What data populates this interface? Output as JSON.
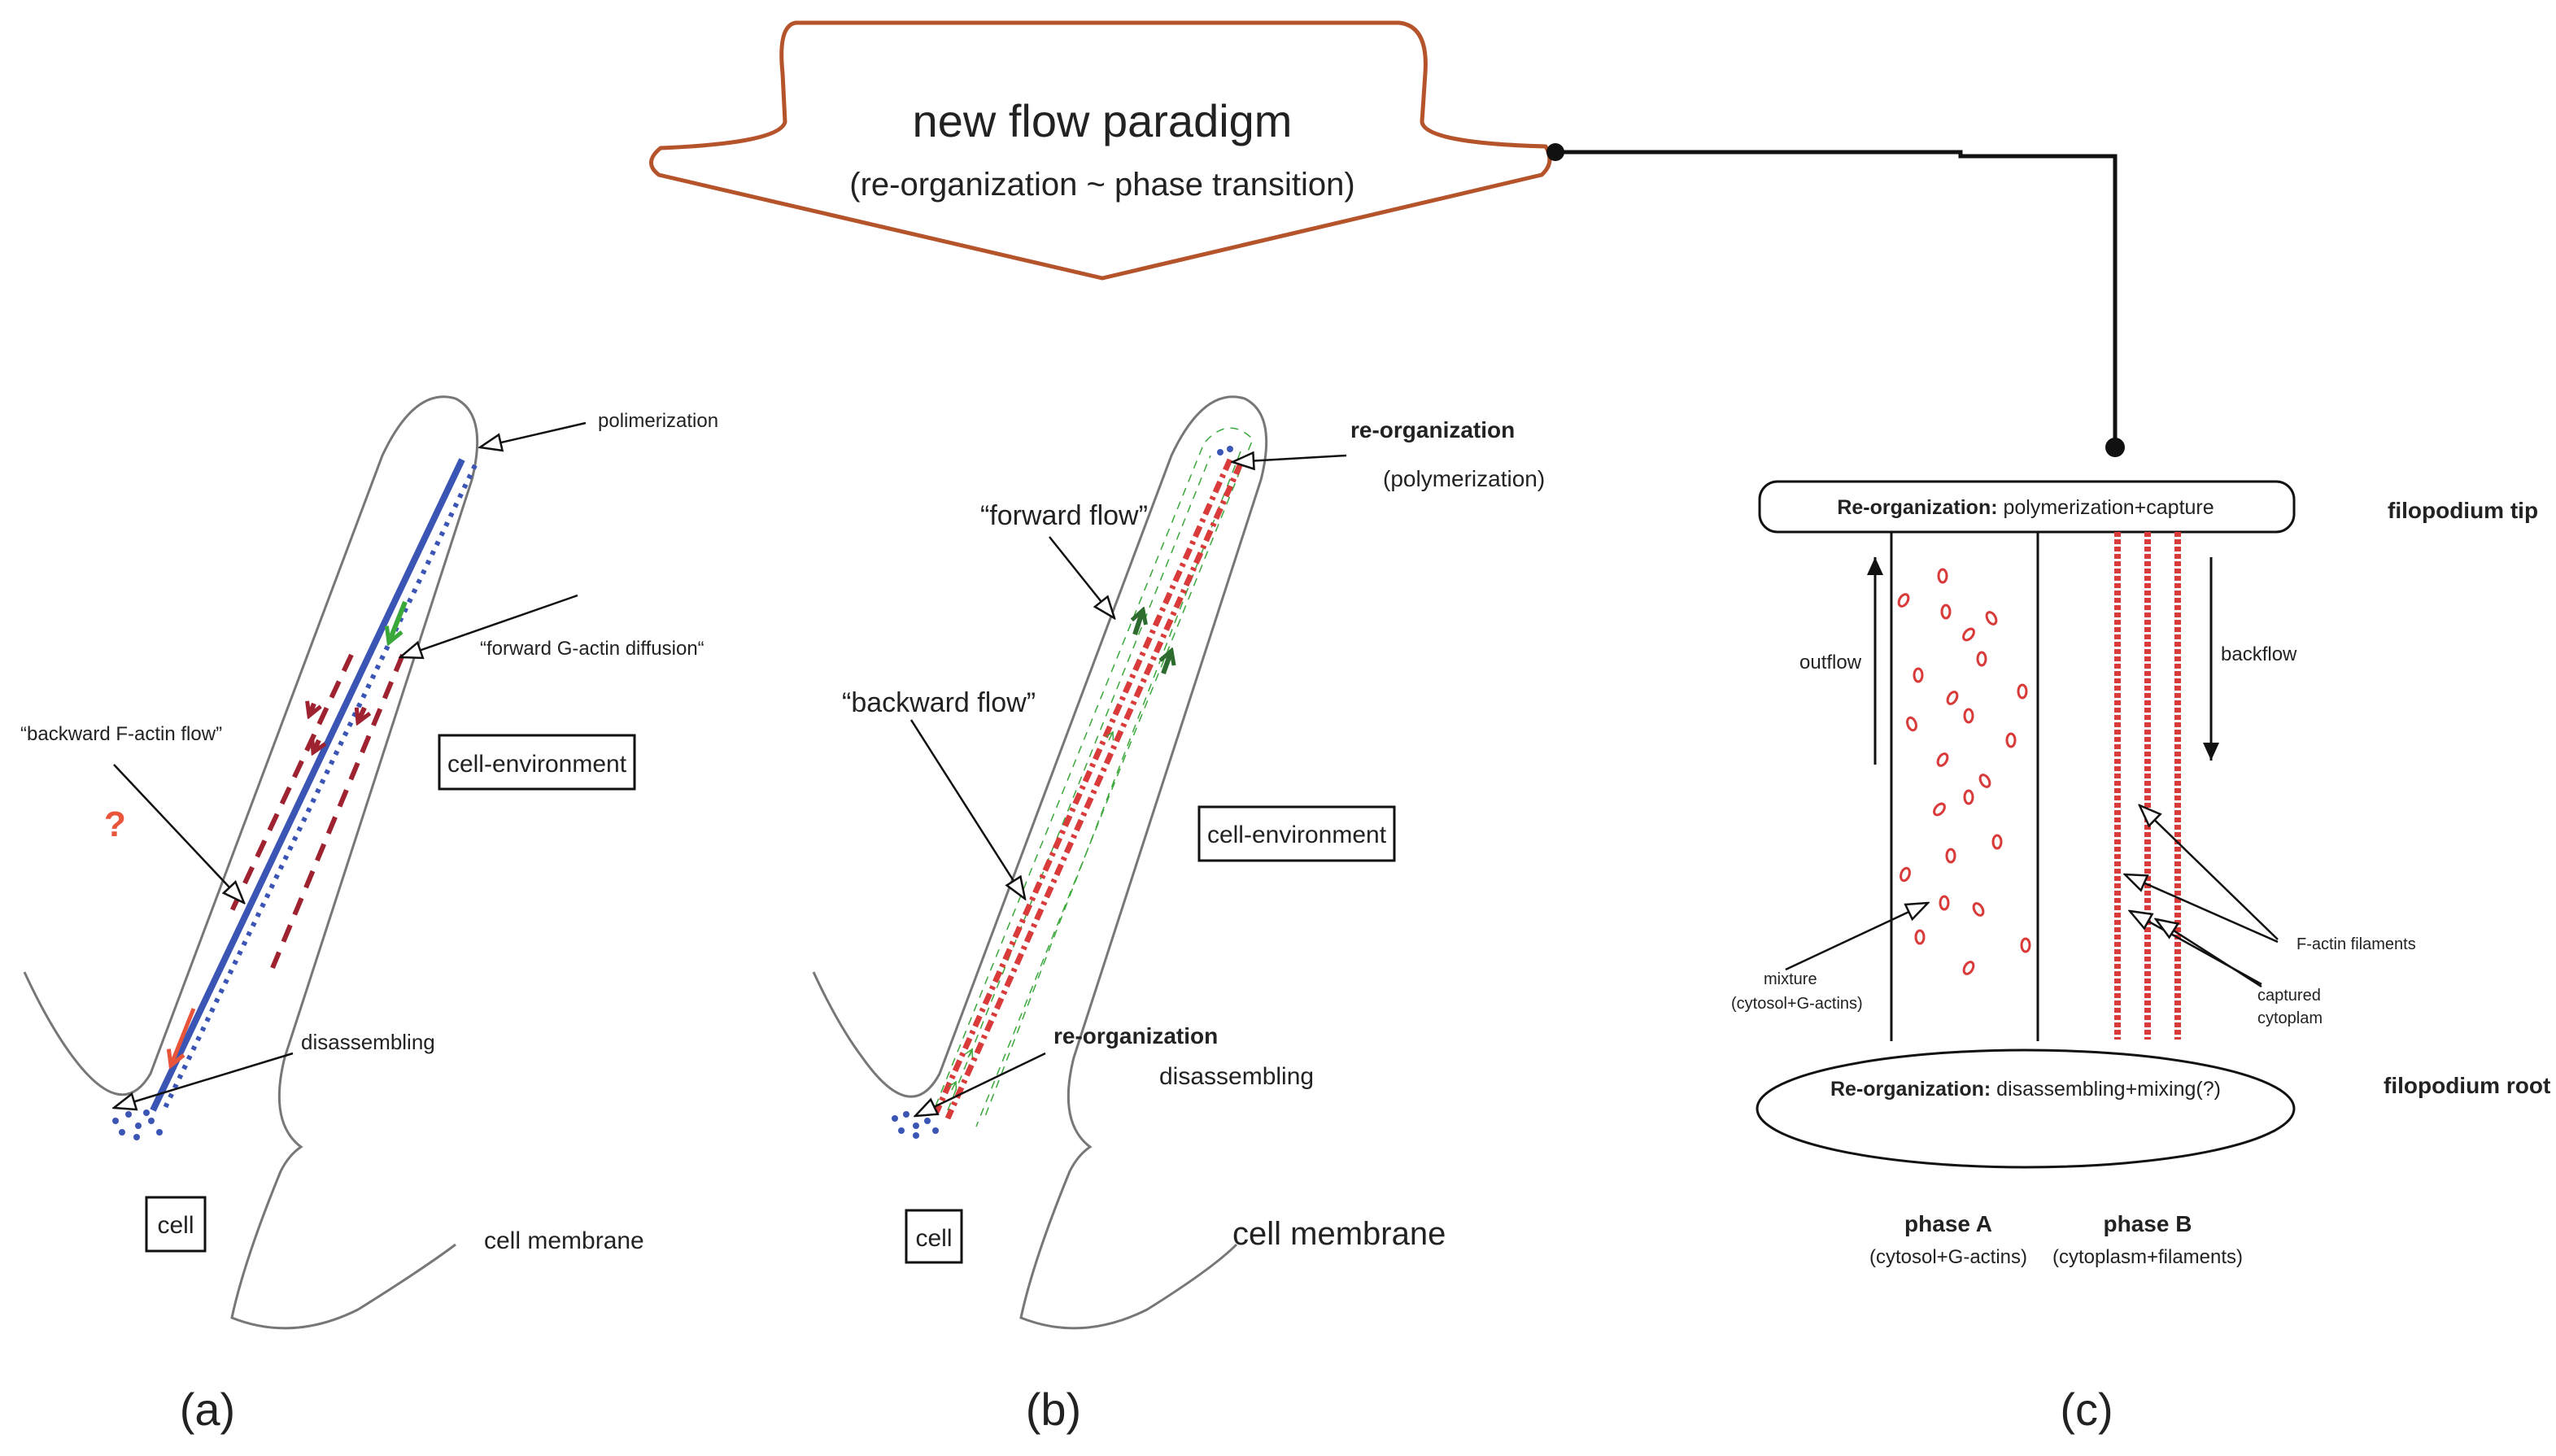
{
  "header": {
    "title": "new flow  paradigm",
    "subtitle": "(re-organization ~ phase transition)"
  },
  "panel_a": {
    "label": "(a)",
    "polimerization": "polimerization",
    "forward_diffusion": "“forward G-actin diffusion“",
    "backward_flow": "“backward F-actin flow”",
    "question": "?",
    "cell_environment": "cell-environment",
    "disassembling": "disassembling",
    "cell": "cell",
    "cell_membrane": "cell membrane"
  },
  "panel_b": {
    "label": "(b)",
    "reorg_top": "re-organization",
    "polymerization": "(polymerization)",
    "forward_flow": "“forward flow”",
    "backward_flow": "“backward flow”",
    "cell_environment": "cell-environment",
    "reorg_bottom": "re-organization",
    "disassembling": "disassembling",
    "cell": "cell",
    "cell_membrane": "cell membrane"
  },
  "panel_c": {
    "label": "(c)",
    "top_box_bold": "Re-organization:",
    "top_box_text": " polymerization+capture",
    "tip_label": "filopodium tip",
    "outflow": "outflow",
    "backflow": "backflow",
    "factin": "F-actin filaments",
    "mixture": "mixture",
    "mixture_sub": "(cytosol+G-actins)",
    "captured": "captured",
    "captured_sub": "cytoplam",
    "bottom_box_bold": "Re-organization:",
    "bottom_box_text": " disassembling+mixing(?)",
    "root_label": "filopodium root",
    "phase_a": "phase A",
    "phase_a_sub": "(cytosol+G-actins)",
    "phase_b": "phase B",
    "phase_b_sub": "(cytoplasm+filaments)"
  },
  "colors": {
    "arrow_box": "#b5532b",
    "filament_red": "#d93a3a",
    "dark_red": "#9e2230",
    "blue": "#3b55b5",
    "green": "#3aa83a",
    "dark_green": "#2e6b2e",
    "question": "#e8553a"
  }
}
